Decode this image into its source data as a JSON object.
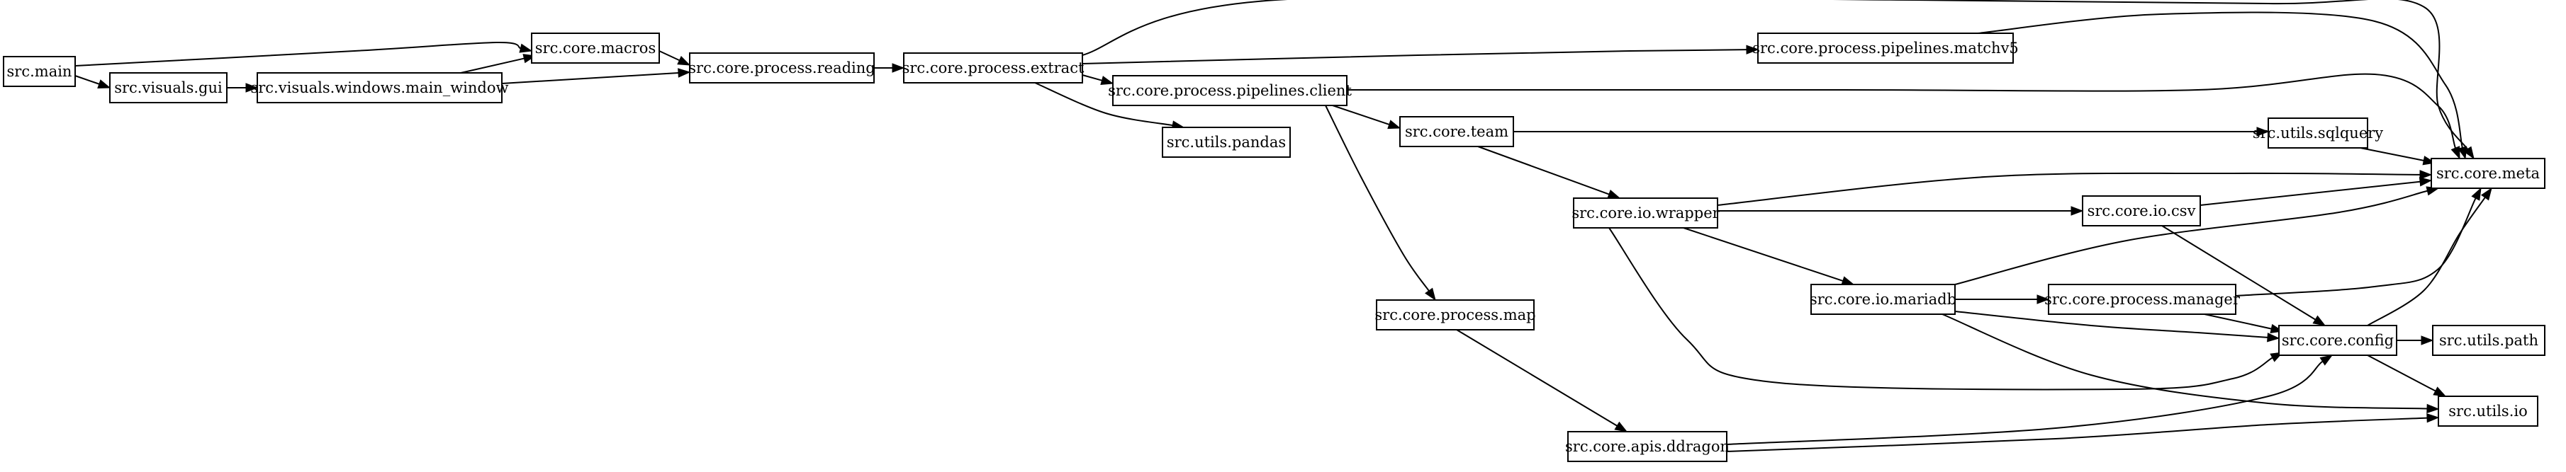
{
  "graph": {
    "type": "dependency-graph",
    "direction": "left-to-right",
    "colors": {
      "background": "#ffffff",
      "node_border": "#000000",
      "edge": "#000000",
      "text": "#000000"
    },
    "nodes": [
      {
        "id": "src.main",
        "label": "src.main"
      },
      {
        "id": "src.visuals.gui",
        "label": "src.visuals.gui"
      },
      {
        "id": "src.visuals.windows.main_window",
        "label": "src.visuals.windows.main_window"
      },
      {
        "id": "src.core.macros",
        "label": "src.core.macros"
      },
      {
        "id": "src.core.process.reading",
        "label": "src.core.process.reading"
      },
      {
        "id": "src.core.process.extract",
        "label": "src.core.process.extract"
      },
      {
        "id": "src.core.process.pipelines.client",
        "label": "src.core.process.pipelines.client"
      },
      {
        "id": "src.utils.pandas",
        "label": "src.utils.pandas"
      },
      {
        "id": "src.core.process.pipelines.matchv5",
        "label": "src.core.process.pipelines.matchv5"
      },
      {
        "id": "src.core.team",
        "label": "src.core.team"
      },
      {
        "id": "src.core.process.map",
        "label": "src.core.process.map"
      },
      {
        "id": "src.core.io.wrapper",
        "label": "src.core.io.wrapper"
      },
      {
        "id": "src.core.io.mariadb",
        "label": "src.core.io.mariadb"
      },
      {
        "id": "src.core.apis.ddragon",
        "label": "src.core.apis.ddragon"
      },
      {
        "id": "src.core.io.csv",
        "label": "src.core.io.csv"
      },
      {
        "id": "src.core.process.manager",
        "label": "src.core.process.manager"
      },
      {
        "id": "src.utils.sqlquery",
        "label": "src.utils.sqlquery"
      },
      {
        "id": "src.core.config",
        "label": "src.core.config"
      },
      {
        "id": "src.core.meta",
        "label": "src.core.meta"
      },
      {
        "id": "src.utils.path",
        "label": "src.utils.path"
      },
      {
        "id": "src.utils.io",
        "label": "src.utils.io"
      }
    ],
    "edges": [
      {
        "from": "src.main",
        "to": "src.core.macros"
      },
      {
        "from": "src.main",
        "to": "src.visuals.gui"
      },
      {
        "from": "src.visuals.gui",
        "to": "src.visuals.windows.main_window"
      },
      {
        "from": "src.visuals.windows.main_window",
        "to": "src.core.macros"
      },
      {
        "from": "src.visuals.windows.main_window",
        "to": "src.core.process.reading"
      },
      {
        "from": "src.core.macros",
        "to": "src.core.process.reading"
      },
      {
        "from": "src.core.process.reading",
        "to": "src.core.process.extract"
      },
      {
        "from": "src.core.process.extract",
        "to": "src.core.meta"
      },
      {
        "from": "src.core.process.extract",
        "to": "src.core.process.pipelines.matchv5"
      },
      {
        "from": "src.core.process.extract",
        "to": "src.core.process.pipelines.client"
      },
      {
        "from": "src.core.process.extract",
        "to": "src.utils.pandas"
      },
      {
        "from": "src.core.process.pipelines.matchv5",
        "to": "src.core.meta"
      },
      {
        "from": "src.core.process.pipelines.client",
        "to": "src.core.meta"
      },
      {
        "from": "src.core.process.pipelines.client",
        "to": "src.core.team"
      },
      {
        "from": "src.core.process.pipelines.client",
        "to": "src.core.process.map"
      },
      {
        "from": "src.core.team",
        "to": "src.utils.sqlquery"
      },
      {
        "from": "src.core.team",
        "to": "src.core.io.wrapper"
      },
      {
        "from": "src.utils.sqlquery",
        "to": "src.core.meta"
      },
      {
        "from": "src.core.io.wrapper",
        "to": "src.core.meta"
      },
      {
        "from": "src.core.io.wrapper",
        "to": "src.core.io.csv"
      },
      {
        "from": "src.core.io.wrapper",
        "to": "src.core.io.mariadb"
      },
      {
        "from": "src.core.io.wrapper",
        "to": "src.core.config"
      },
      {
        "from": "src.core.io.csv",
        "to": "src.core.meta"
      },
      {
        "from": "src.core.io.csv",
        "to": "src.core.config"
      },
      {
        "from": "src.core.io.mariadb",
        "to": "src.core.meta"
      },
      {
        "from": "src.core.io.mariadb",
        "to": "src.core.process.manager"
      },
      {
        "from": "src.core.io.mariadb",
        "to": "src.core.config"
      },
      {
        "from": "src.core.io.mariadb",
        "to": "src.utils.io"
      },
      {
        "from": "src.core.process.manager",
        "to": "src.core.meta"
      },
      {
        "from": "src.core.process.manager",
        "to": "src.core.config"
      },
      {
        "from": "src.core.config",
        "to": "src.core.meta"
      },
      {
        "from": "src.core.config",
        "to": "src.utils.path"
      },
      {
        "from": "src.core.config",
        "to": "src.utils.io"
      },
      {
        "from": "src.core.process.map",
        "to": "src.core.apis.ddragon"
      },
      {
        "from": "src.core.apis.ddragon",
        "to": "src.core.config"
      },
      {
        "from": "src.core.apis.ddragon",
        "to": "src.utils.io"
      }
    ]
  }
}
